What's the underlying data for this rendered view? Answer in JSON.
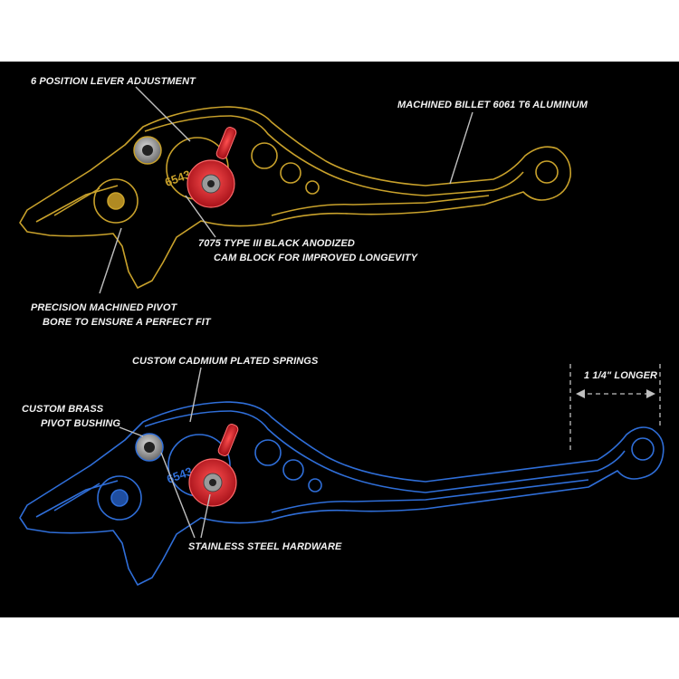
{
  "diagram": {
    "colors": {
      "background": "#000000",
      "gold_outline": "#c8a12b",
      "blue_outline": "#2f6ed8",
      "red_cam": "#d8242a",
      "callout_line": "#bfbfbf",
      "label_text": "#f2f2f2"
    },
    "top_lever": {
      "position_digits": "6543",
      "labels": {
        "adjustment": "6 POSITION LEVER ADJUSTMENT",
        "material": "MACHINED BILLET 6061 T6 ALUMINUM",
        "cam_line1": "7075 TYPE III BLACK ANODIZED",
        "cam_line2": "CAM BLOCK FOR IMPROVED LONGEVITY",
        "pivot_line1": "PRECISION MACHINED PIVOT",
        "pivot_line2": "BORE TO ENSURE A PERFECT FIT"
      }
    },
    "bottom_lever": {
      "position_digits": "6543",
      "labels": {
        "springs": "CUSTOM CADMIUM PLATED SPRINGS",
        "bushing_line1": "CUSTOM BRASS",
        "bushing_line2": "PIVOT BUSHING",
        "hardware": "STAINLESS STEEL HARDWARE",
        "longer": "1 1/4\" LONGER"
      }
    }
  }
}
